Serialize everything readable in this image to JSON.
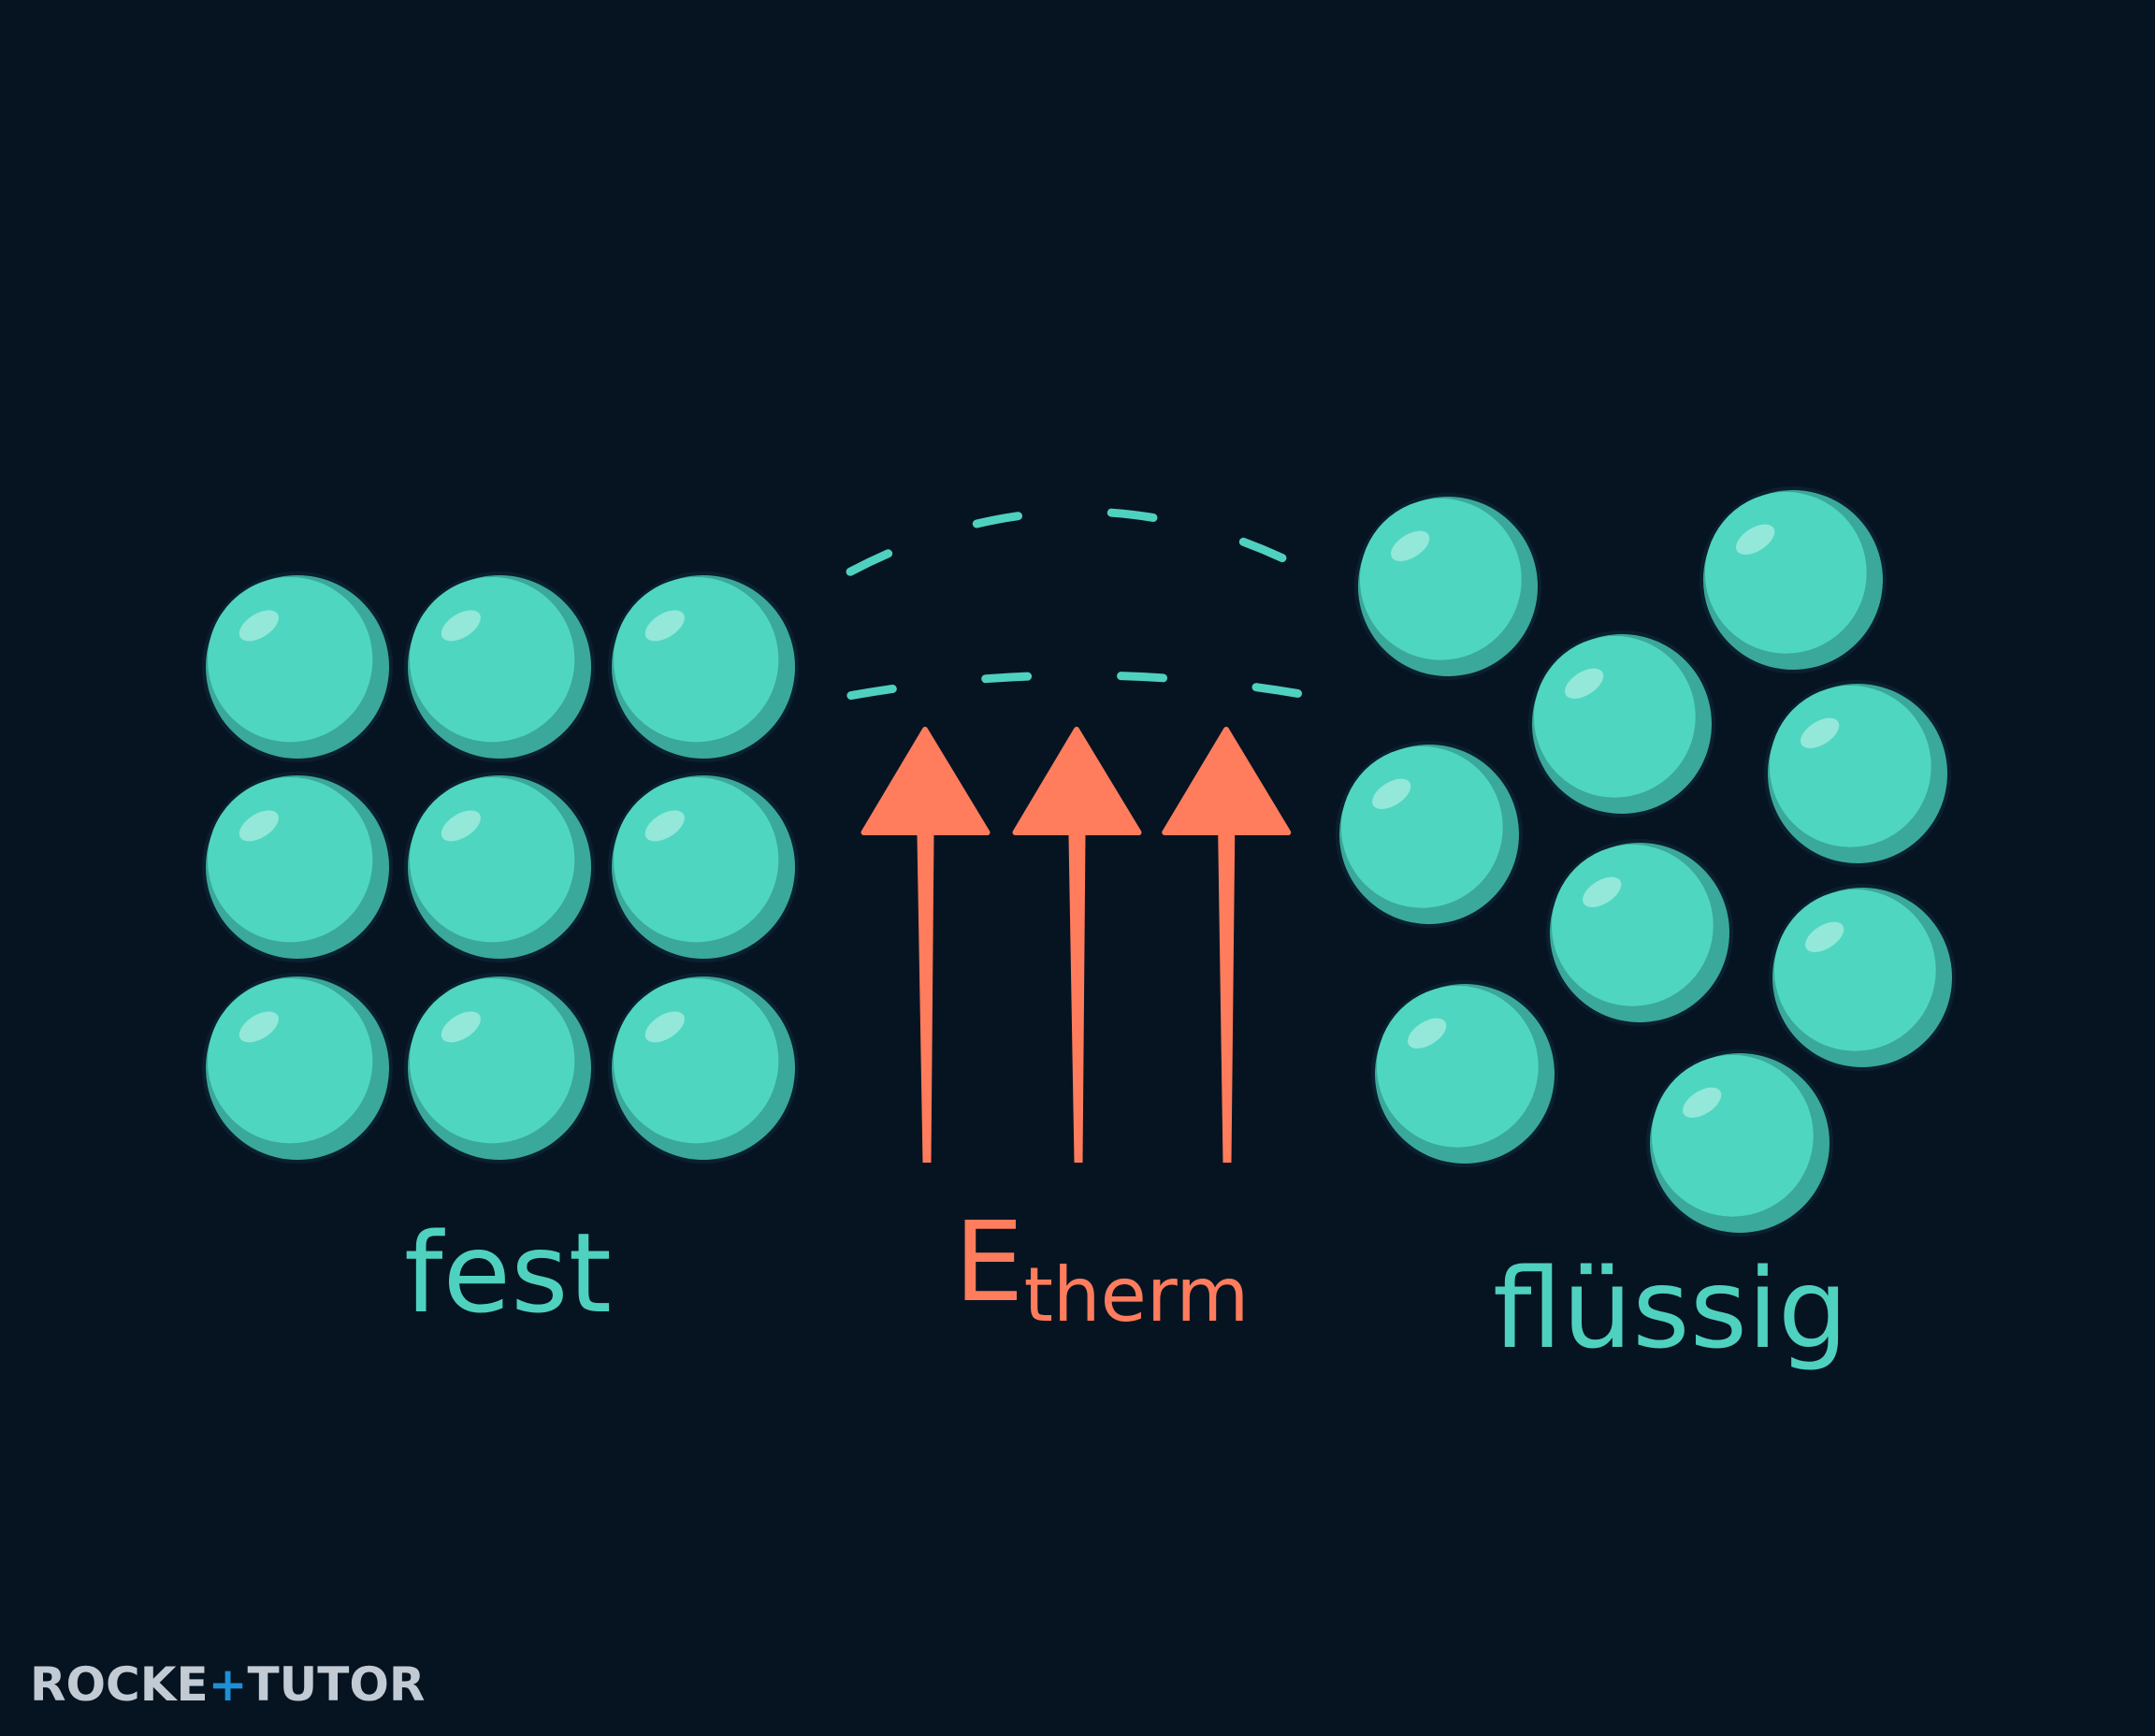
{
  "labels": {
    "solid": "fest",
    "liquid": "flüssig",
    "energy_main": "E",
    "energy_sub": "therm"
  },
  "logo": {
    "part1": "ROCKE",
    "cross": "+",
    "part2": "TUTOR"
  },
  "colors": {
    "background": "#061422",
    "particle": "#4fd6c0",
    "particle_shade": "#3aa89a",
    "particle_outline": "#0a2030",
    "arrow": "#ff7c5c",
    "label_text": "#4fd1bf",
    "energy_text": "#ff7c5c"
  },
  "icons": {
    "particle": "sphere-icon",
    "arrow": "up-arrow-icon"
  }
}
